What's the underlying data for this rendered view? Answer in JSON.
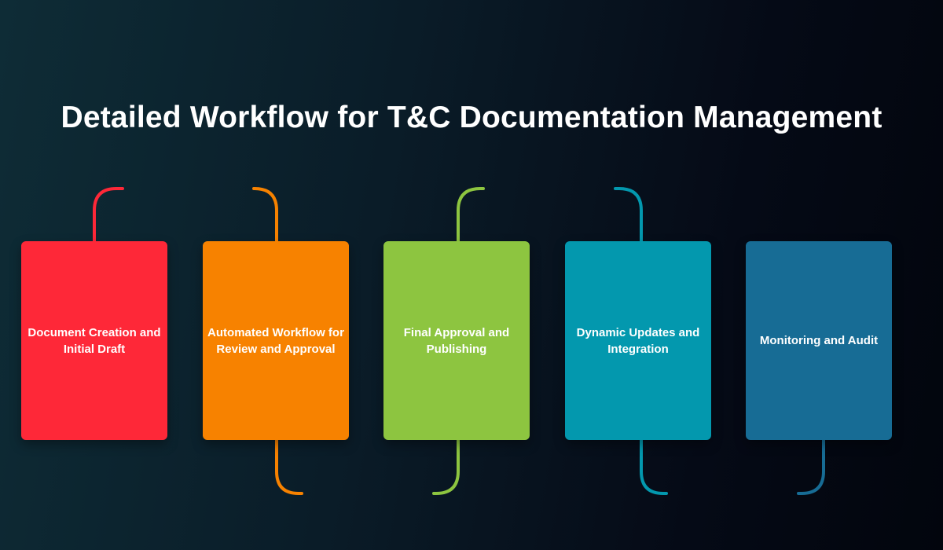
{
  "title": "Detailed Workflow for T&C Documentation Management",
  "steps": [
    {
      "label": "Document Creation and Initial Draft",
      "color": "#fe2838"
    },
    {
      "label": "Automated Workflow for Review and Approval",
      "color": "#f78200"
    },
    {
      "label": "Final Approval and Publishing",
      "color": "#8dc540"
    },
    {
      "label": "Dynamic Updates and Integration",
      "color": "#0398ae"
    },
    {
      "label": "Monitoring and Audit",
      "color": "#176c95"
    }
  ]
}
